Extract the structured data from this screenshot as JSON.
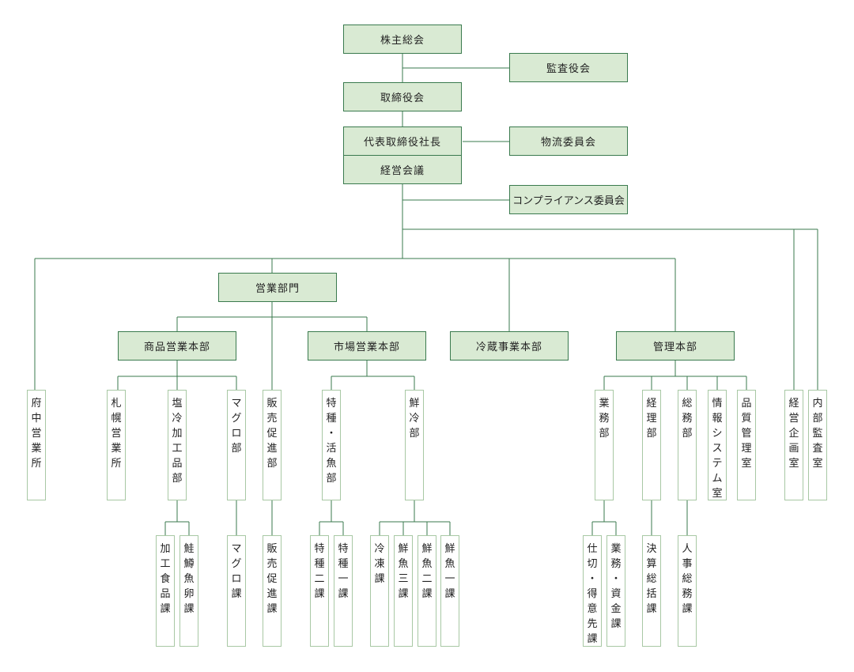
{
  "colors": {
    "box_fill": "#d9ead3",
    "box_border": "#3a7a4e",
    "line": "#3a7a4e",
    "leaf_border": "#a8c8a4"
  },
  "org": {
    "shareholders_meeting": "株主総会",
    "auditor": "監査役会",
    "board": "取締役会",
    "president": "代表取締役社長",
    "logistics_committee": "物流委員会",
    "management_meeting": "経営会議",
    "compliance_committee": "コンプライアンス委員会",
    "sales_division": "営業部門",
    "product_sales_hq": "商品営業本部",
    "market_sales_hq": "市場営業本部",
    "cold_storage_hq": "冷蔵事業本部",
    "admin_hq": "管理本部"
  },
  "departments": {
    "fuchu": "府中営業所",
    "sapporo": "札幌営業所",
    "processed": "塩冷加工品部",
    "tuna": "マグロ部",
    "promotion": "販売促進部",
    "special_live": "特種・活魚部",
    "fresh_frozen": "鮮冷部",
    "business": "業務部",
    "accounting": "経理部",
    "general_affairs": "総務部",
    "info_systems": "情報システム室",
    "quality": "品質管理室",
    "planning": "経営企画室",
    "internal_audit": "内部監査室"
  },
  "sections": {
    "processed_food": "加工食品課",
    "salmon_roe": "鮭鱒魚卵課",
    "tuna_section": "マグロ課",
    "promotion_section": "販売促進課",
    "special_2": "特種二課",
    "special_1": "特種一課",
    "frozen": "冷凍課",
    "fresh_3": "鮮魚三課",
    "fresh_2": "鮮魚二課",
    "fresh_1": "鮮魚一課",
    "shiire": "仕切・得意先課",
    "gyomu_shikin": "業務・資金課",
    "settlement": "決算総括課",
    "hr": "人事総務課"
  }
}
